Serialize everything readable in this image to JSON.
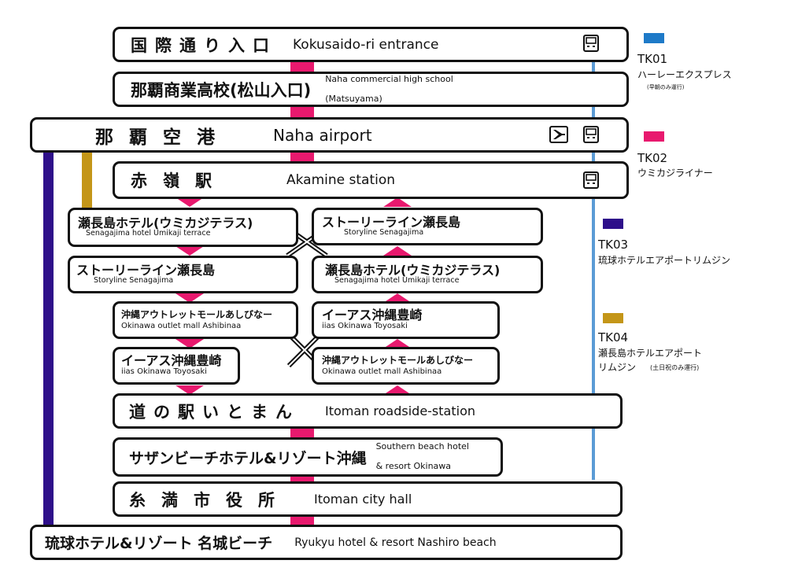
{
  "colors": {
    "tk01": "#1e7ac8",
    "tk01_line": "#5b9bd5",
    "tk02": "#e8196e",
    "tk03": "#2e0f8a",
    "tk04": "#c49618",
    "border": "#111111"
  },
  "stops": {
    "kokusai": {
      "ja": "国際通り入口",
      "en": "Kokusaido-ri entrance"
    },
    "shogyo": {
      "ja": "那覇商業高校(松山入口)",
      "en1": "Naha commercial high school",
      "en2": "(Matsuyama)"
    },
    "airport": {
      "ja": "那覇空港",
      "en": "Naha airport"
    },
    "akamine": {
      "ja": "赤嶺駅",
      "en": "Akamine station"
    },
    "seNaga_hotel_l": {
      "ja": "瀬長島ホテル(ウミカジテラス)",
      "en": "Senagajima hotel  Umikaji terrace"
    },
    "story_r": {
      "ja": "ストーリーライン瀬長島",
      "en": "Storyline Senagajima"
    },
    "story_l": {
      "ja": "ストーリーライン瀬長島",
      "en": "Storyline Senagajima"
    },
    "seNaga_hotel_r": {
      "ja": "瀬長島ホテル(ウミカジテラス)",
      "en": "Senagajima hotel  Umikaji terrace"
    },
    "outlet_l": {
      "ja": "沖縄アウトレットモールあしびなー",
      "en": "Okinawa outlet mall  Ashibinaa"
    },
    "iias_r": {
      "ja": "イーアス沖縄豊崎",
      "en": "iias Okinawa Toyosaki"
    },
    "iias_l": {
      "ja": "イーアス沖縄豊崎",
      "en": "iias Okinawa Toyosaki"
    },
    "outlet_r": {
      "ja": "沖縄アウトレットモールあしびなー",
      "en": "Okinawa outlet mall  Ashibinaa"
    },
    "michinoeki": {
      "ja": "道の駅いとまん",
      "en": "Itoman roadside-station"
    },
    "southern": {
      "ja": "サザンビーチホテル&リゾート沖縄",
      "en1": "Southern beach hotel",
      "en2": "& resort Okinawa"
    },
    "cityhall": {
      "ja": "糸満市役所",
      "en": "Itoman city hall"
    },
    "ryukyu": {
      "ja": "琉球ホテル&リゾート 名城ビーチ",
      "en": "Ryukyu hotel & resort Nashiro beach"
    }
  },
  "legend": [
    {
      "code": "TK01",
      "name": "ハーレーエクスプレス",
      "sub": "(早朝のみ運行)",
      "color": "#1e7ac8"
    },
    {
      "code": "TK02",
      "name": "ウミカジライナー",
      "sub": "",
      "color": "#e8196e"
    },
    {
      "code": "TK03",
      "name": "琉球ホテルエアポートリムジン",
      "sub": "",
      "color": "#2e0f8a"
    },
    {
      "code": "TK04",
      "name": "瀬長島ホテルエアポート",
      "name2": "リムジン",
      "sub": "(土日祝のみ運行)",
      "color": "#c49618"
    }
  ],
  "icons": {
    "bus": "bus-icon",
    "plane": "airplane-icon"
  }
}
